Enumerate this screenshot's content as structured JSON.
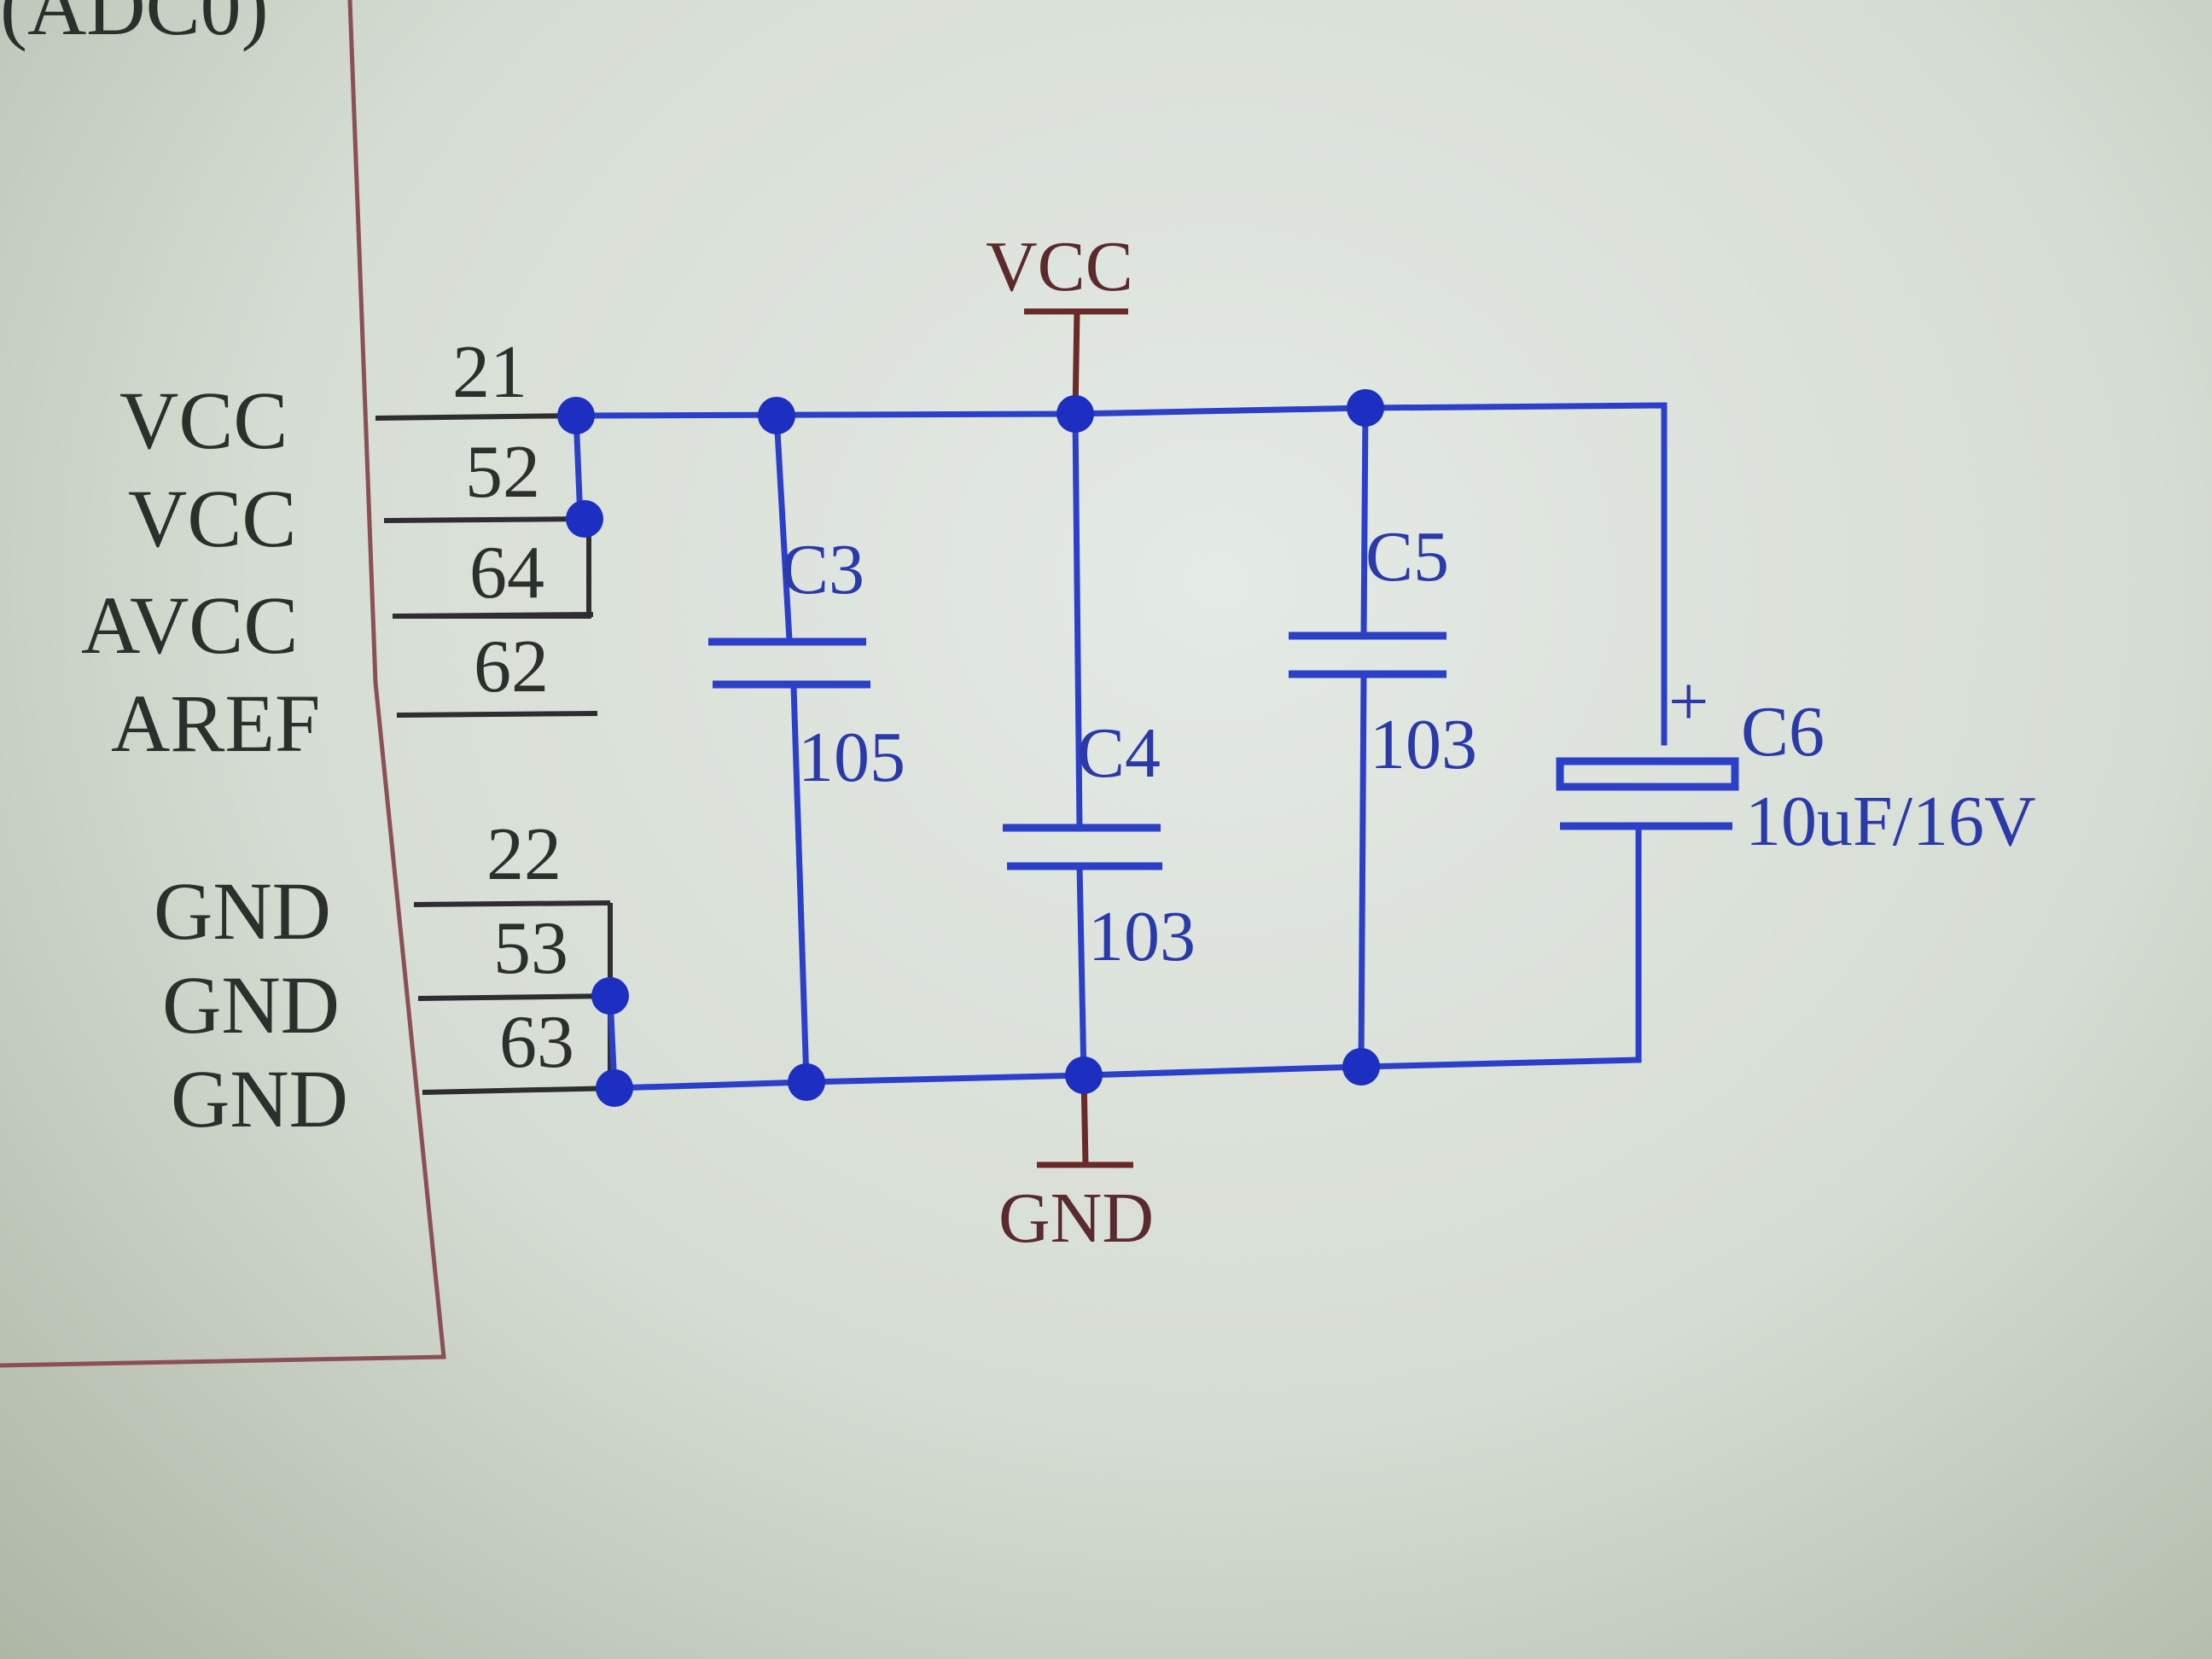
{
  "chip": {
    "partial_top_label": "(ADC0)",
    "pins": [
      {
        "label": "VCC",
        "number": "21"
      },
      {
        "label": "VCC",
        "number": "52"
      },
      {
        "label": "AVCC",
        "number": "64"
      },
      {
        "label": "AREF",
        "number": "62"
      },
      {
        "label": "GND",
        "number": "22"
      },
      {
        "label": "GND",
        "number": "53"
      },
      {
        "label": "GND",
        "number": "63"
      }
    ]
  },
  "power": {
    "vcc_label": "VCC",
    "gnd_label": "GND"
  },
  "capacitors": [
    {
      "ref": "C3",
      "value": "105"
    },
    {
      "ref": "C4",
      "value": "103"
    },
    {
      "ref": "C5",
      "value": "103"
    },
    {
      "ref": "C6",
      "value": "10uF/16V",
      "polarity": "+"
    }
  ],
  "colors": {
    "wire": "#2b3fc8",
    "pin_text": "#2c302c",
    "power_symbol": "#6a2a2a",
    "background": "#d9e0d8"
  }
}
